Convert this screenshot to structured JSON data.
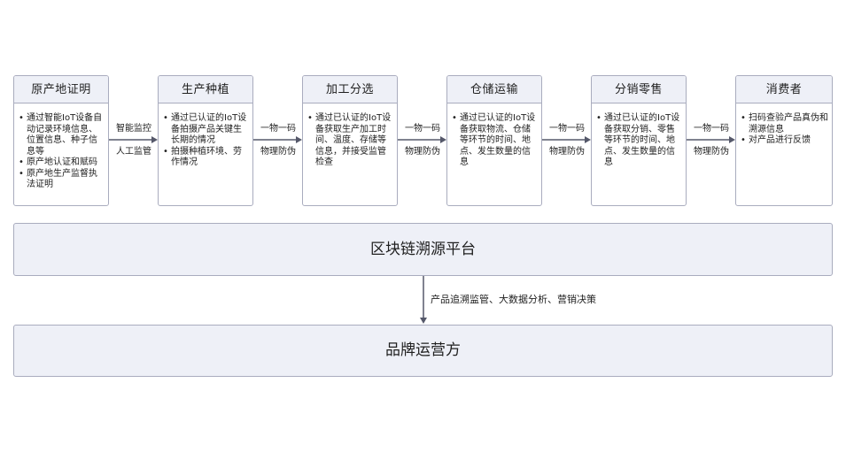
{
  "stages": [
    {
      "title": "原产地证明",
      "points": [
        "通过智能IoT设备自动记录环境信息、位置信息、种子信息等",
        "原产地认证和赋码",
        "原产地生产监督执法证明"
      ]
    },
    {
      "title": "生产种植",
      "points": [
        "通过已认证的IoT设备拍摄产品关键生长期的情况",
        "拍摄种植环境、劳作情况"
      ]
    },
    {
      "title": "加工分选",
      "points": [
        "通过已认证的IoT设备获取生产加工时间、温度、存储等信息，并接受监管检查"
      ]
    },
    {
      "title": "仓储运输",
      "points": [
        "通过已认证的IoT设备获取物流、仓储等环节的时间、地点、发生数量的信息"
      ]
    },
    {
      "title": "分销零售",
      "points": [
        "通过已认证的IoT设备获取分销、零售等环节的时间、地点、发生数量的信息"
      ]
    },
    {
      "title": "消费者",
      "points": [
        "扫码查验产品真伪和溯源信息",
        "对产品进行反馈"
      ]
    }
  ],
  "connectors": [
    {
      "top": "智能监控",
      "bottom": "人工监管"
    },
    {
      "top": "一物一码",
      "bottom": "物理防伪"
    },
    {
      "top": "一物一码",
      "bottom": "物理防伪"
    },
    {
      "top": "一物一码",
      "bottom": "物理防伪"
    },
    {
      "top": "一物一码",
      "bottom": "物理防伪"
    }
  ],
  "platform": {
    "label": "区块链溯源平台"
  },
  "platform_to_brand": {
    "label": "产品追溯监管、大数据分析、营销决策"
  },
  "brand": {
    "label": "品牌运营方"
  },
  "colors": {
    "box_fill": "#eef0f7",
    "box_border": "#a9acbe",
    "arrow": "#55586a"
  }
}
